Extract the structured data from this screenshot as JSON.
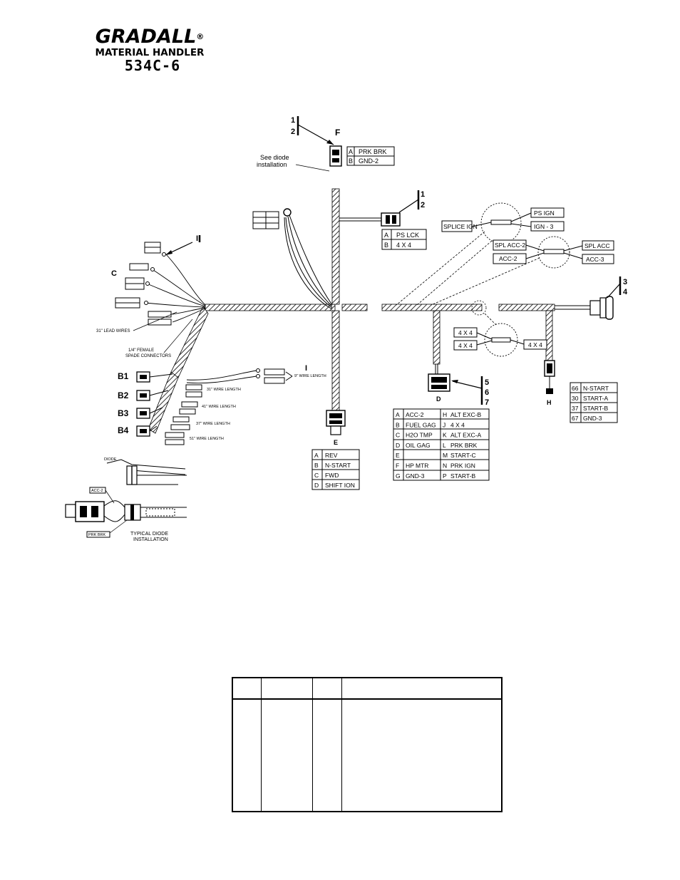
{
  "header": {
    "brand": "GRADALL",
    "registered": "®",
    "subtitle": "MATERIAL HANDLER",
    "model": "534C-6"
  },
  "diagram": {
    "callouts": {
      "top_left_refs": [
        "1",
        "2"
      ],
      "f_label": "F",
      "mid_refs": [
        "1",
        "2"
      ],
      "right_refs": [
        "3",
        "4"
      ],
      "bottom_refs": [
        "5",
        "6",
        "7"
      ],
      "h_label": "H",
      "d_label": "D",
      "e_label": "E",
      "c_label": "C",
      "i_label": "I",
      "b_labels": [
        "B1",
        "B2",
        "B3",
        "B4"
      ]
    },
    "diode_note": [
      "See diode",
      "installation"
    ],
    "f_connector": [
      [
        "A",
        "PRK BRK"
      ],
      [
        "B",
        "GND-2"
      ]
    ],
    "mid_connector": [
      [
        "A",
        "PS LCK"
      ],
      [
        "B",
        "4 X 4"
      ]
    ],
    "splice_ign": {
      "label": "SPLICE IGN",
      "out": [
        "PS IGN",
        "IGN - 3"
      ]
    },
    "splice_acc": {
      "label": "SPL ACC-2",
      "in2": "ACC-2",
      "out": [
        "SPL ACC",
        "ACC-3"
      ]
    },
    "splice_4x4": {
      "in": [
        "4 X 4",
        "4 X 4"
      ],
      "out": "4 X 4"
    },
    "h_connector": [
      [
        "66",
        "N-START"
      ],
      [
        "30",
        "START-A"
      ],
      [
        "37",
        "START-B"
      ],
      [
        "67",
        "GND-3"
      ]
    ],
    "d_connector": [
      [
        "A",
        "ACC-2",
        "H",
        "ALT EXC-B"
      ],
      [
        "B",
        "FUEL GAG",
        "J",
        "4 X 4"
      ],
      [
        "C",
        "H2O TMP",
        "K",
        "ALT EXC-A"
      ],
      [
        "D",
        "OIL GAG",
        "L",
        "PRK BRK"
      ],
      [
        "E",
        "",
        "M",
        "START-C"
      ],
      [
        "F",
        "HP MTR",
        "N",
        "PRK IGN"
      ],
      [
        "G",
        "GND-3",
        "P",
        "START-B"
      ]
    ],
    "e_connector": [
      [
        "A",
        "REV"
      ],
      [
        "B",
        "N-START"
      ],
      [
        "C",
        "FWD"
      ],
      [
        "D",
        "SHIFT ION"
      ]
    ],
    "wire_length_notes": [
      "31\" WIRE LENGTH",
      "41\" WIRE LENGTH",
      "37\" WIRE LENGTH",
      "51\" WIRE LENGTH"
    ],
    "i_note": "9\" WIRE LENGTH",
    "lead_note": "31\" LEAD WIRES",
    "assembly_note": [
      "1/4\" FEMALE",
      "SPADE CONNECTORS"
    ],
    "typical_diode": [
      "TYPICAL DIODE",
      "INSTALLATION"
    ],
    "diode_tags": [
      "ACC-2",
      "PRK BRK",
      "DIODE"
    ]
  },
  "parts_table": {
    "headers": [
      "",
      "",
      "",
      ""
    ],
    "rows": []
  }
}
